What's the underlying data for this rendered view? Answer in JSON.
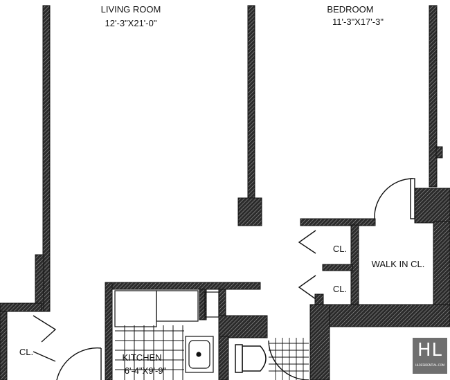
{
  "rooms": {
    "living_room": {
      "name": "LIVING ROOM",
      "dims": "12'-3\"X21'-0\""
    },
    "bedroom": {
      "name": "BEDROOM",
      "dims": "11'-3\"X17'-3\""
    },
    "closet_1": {
      "name": "CL."
    },
    "closet_2": {
      "name": "CL."
    },
    "walk_in_closet": {
      "name": "WALK IN CL."
    },
    "closet_entry": {
      "name": "CL."
    },
    "kitchen": {
      "name": "KITCHEN",
      "dims": "6'-4\"X9'-9\""
    }
  },
  "watermark": {
    "logo": "HL",
    "url": "HLRESIDENTIAL.COM"
  },
  "colors": {
    "wall": "#2b2b2b",
    "hatch": "#8a8a8a",
    "watermark_bg": "#6f6f6f"
  }
}
